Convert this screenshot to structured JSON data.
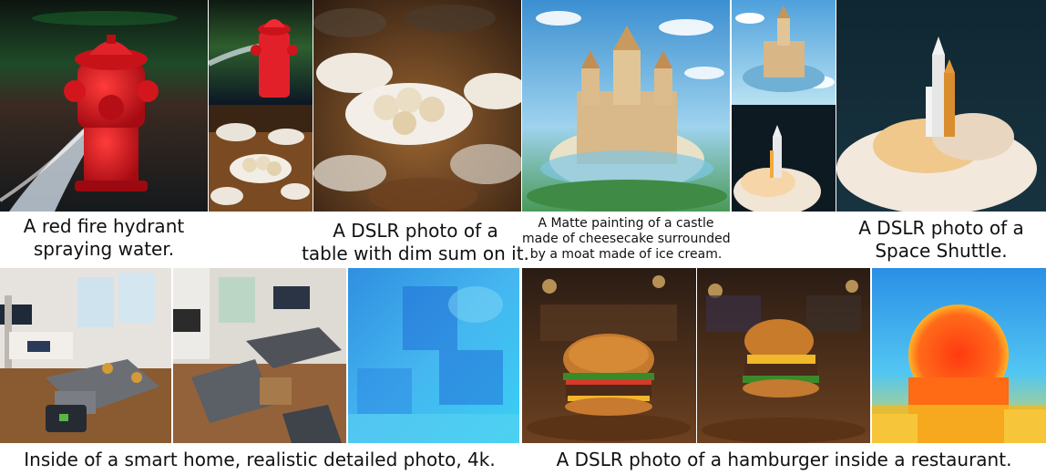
{
  "captions": {
    "hydrant": [
      "A red fire hydrant",
      "spraying water."
    ],
    "dimsum": [
      "A DSLR photo of a",
      "table with dim sum on it."
    ],
    "castle": [
      "A Matte painting of a castle",
      "made of cheesecake surrounded",
      "by a moat made of ice cream."
    ],
    "shuttle": [
      "A DSLR photo of a",
      "Space Shuttle."
    ],
    "smarthome": "Inside of a smart home, realistic detailed photo, 4k.",
    "hamburger": "A DSLR photo of a hamburger inside a restaurant."
  }
}
